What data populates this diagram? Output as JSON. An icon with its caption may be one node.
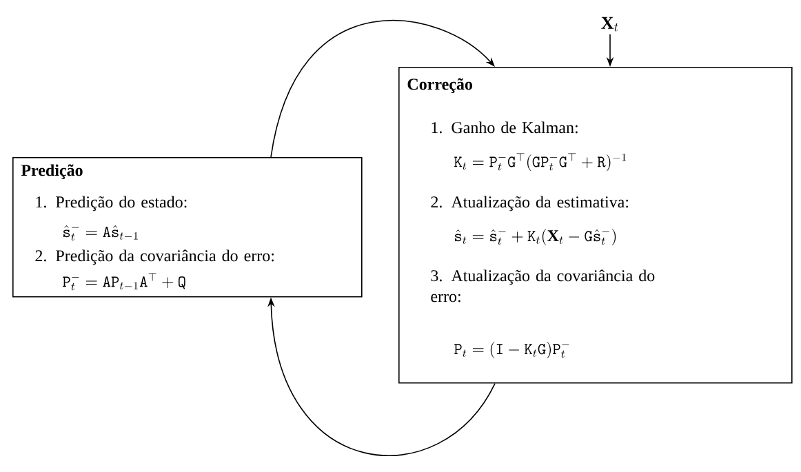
{
  "diagram": {
    "nodes": [
      {
        "text": [
          "Predição",
          "1. Predição do estado:",
          "\\hat{\\mathtt{s}}_t^- = \\mathtt{A}\\hat{\\mathtt{s}}_{t-1}",
          "2. Predição da covariância do erro:",
          "\\mathtt{P}_t^- = \\mathtt{A}\\mathtt{P}_{t-1}\\mathtt{A}^\\top + \\mathtt{Q}"
        ]
      },
      {
        "text": [
          "Correção",
          "1. Ganho de Kalman:",
          "\\mathtt{K}_t = \\mathtt{P}_t^-\\mathtt{G}^\\top(\\mathtt{G}\\mathtt{P}_t^-\\mathtt{G}^\\top + \\mathtt{R})^{-1}",
          "2. Atualização da estimativa:",
          "\\hat{\\mathtt{s}}_t = \\hat{\\mathtt{s}}_t^- + \\mathtt{K}_t(\\mathbf{X}_t - \\mathtt{G}\\hat{\\mathtt{s}}_t^-)",
          "3. Atualização da covariância do erro:",
          "\\mathtt{P}_t = (\\mathtt{I} - \\mathtt{K}_t\\mathtt{G})\\mathtt{P}_t^-"
        ]
      },
      {
        "text": [
          "\\mathbf{X}_t"
        ]
      }
    ],
    "edges": [
      {
        "from": 0,
        "to": 1,
        "arrow": "to"
      },
      {
        "from": 1,
        "to": 0,
        "arrow": "to"
      },
      {
        "from": 2,
        "to": 1,
        "arrow": "to"
      }
    ]
  }
}
